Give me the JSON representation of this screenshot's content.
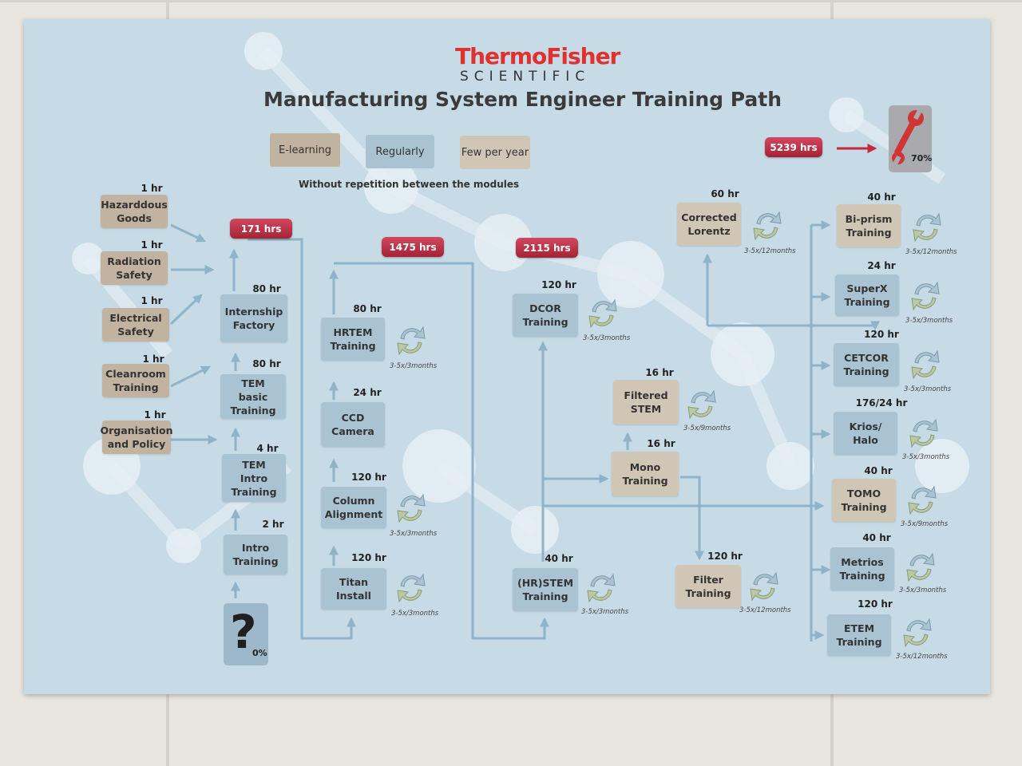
{
  "logo": {
    "line1": "ThermoFisher",
    "line2": "SCIENTIFIC"
  },
  "title": "Manufacturing System Engineer Training Path",
  "legend": {
    "elearning": "E-learning",
    "regularly": "Regularly",
    "few": "Few per year"
  },
  "note": "Without repetition between the modules",
  "total": {
    "hours": "5239 hrs",
    "percent": "70%",
    "icon": "wrench-icon"
  },
  "start": {
    "percent": "0%",
    "icon": "question-mark-icon"
  },
  "badges": {
    "b1": "171 hrs",
    "b2": "1475 hrs",
    "b3": "2115 hrs"
  },
  "colors": {
    "elearning": "#c2b3a0",
    "regularly": "#a9c3d2",
    "few": "#d0c6b6",
    "badge": "#b82c41",
    "arrow": "#8fb3c8"
  },
  "nodes": {
    "hazard": {
      "hours": "1 hr",
      "label": "Hazarddous\nGoods"
    },
    "radiation": {
      "hours": "1 hr",
      "label": "Radiation\nSafety"
    },
    "electrical": {
      "hours": "1 hr",
      "label": "Electrical\nSafety"
    },
    "cleanroom": {
      "hours": "1 hr",
      "label": "Cleanroom\nTraining"
    },
    "organisation": {
      "hours": "1 hr",
      "label": "Organisation\nand Policy"
    },
    "internship": {
      "hours": "80 hr",
      "label": "Internship\nFactory"
    },
    "tembasic": {
      "hours": "80 hr",
      "label": "TEM\nbasic\nTraining"
    },
    "temintro": {
      "hours": "4 hr",
      "label": "TEM\nIntro\nTraining"
    },
    "intro": {
      "hours": "2 hr",
      "label": "Intro\nTraining"
    },
    "hrtem": {
      "hours": "80 hr",
      "label": "HRTEM\nTraining",
      "freq": "3-5x/3months"
    },
    "ccd": {
      "hours": "24 hr",
      "label": "CCD\nCamera"
    },
    "column": {
      "hours": "120 hr",
      "label": "Column\nAlignment",
      "freq": "3-5x/3months"
    },
    "titan": {
      "hours": "120 hr",
      "label": "Titan\nInstall",
      "freq": "3-5x/3months"
    },
    "dcor": {
      "hours": "120 hr",
      "label": "DCOR\nTraining",
      "freq": "3-5x/3months"
    },
    "hrstem": {
      "hours": "40 hr",
      "label": "(HR)STEM\nTraining",
      "freq": "3-5x/3months"
    },
    "filteredstem": {
      "hours": "16 hr",
      "label": "Filtered\nSTEM",
      "freq": "3-5x/9months"
    },
    "mono": {
      "hours": "16 hr",
      "label": "Mono\nTraining"
    },
    "filter": {
      "hours": "120 hr",
      "label": "Filter\nTraining",
      "freq": "3-5x/12months"
    },
    "lorentz": {
      "hours": "60 hr",
      "label": "Corrected\nLorentz",
      "freq": "3-5x/12months"
    },
    "biprism": {
      "hours": "40 hr",
      "label": "Bi-prism\nTraining",
      "freq": "3-5x/12months"
    },
    "superx": {
      "hours": "24 hr",
      "label": "SuperX\nTraining",
      "freq": "3-5x/3months"
    },
    "cetcor": {
      "hours": "120 hr",
      "label": "CETCOR\nTraining",
      "freq": "3-5x/3months"
    },
    "krios": {
      "hours": "176/24 hr",
      "label": "Krios/\nHalo",
      "freq": "3-5x/3months"
    },
    "tomo": {
      "hours": "40 hr",
      "label": "TOMO\nTraining",
      "freq": "3-5x/9months"
    },
    "metrios": {
      "hours": "40 hr",
      "label": "Metrios\nTraining",
      "freq": "3-5x/3months"
    },
    "etem": {
      "hours": "120 hr",
      "label": "ETEM\nTraining",
      "freq": "3-5x/12months"
    }
  }
}
